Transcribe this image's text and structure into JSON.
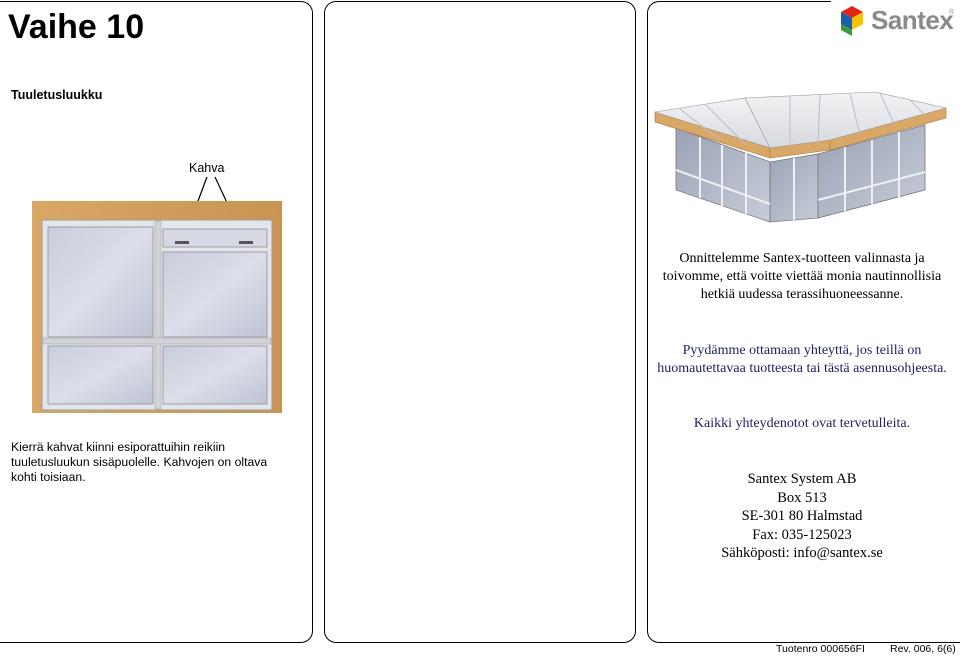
{
  "step": {
    "title": "Vaihe 10",
    "subtitle": "Tuuletusluukku",
    "callout_label": "Kahva",
    "instruction": "Kierrä kahvat kiinni esiporattuihin reikiin tuuletusluukun sisäpuolelle. Kahvojen on oltava kohti toisiaan."
  },
  "brand": {
    "name": "Santex",
    "registered_mark": "®",
    "colors": {
      "red": "#e2231a",
      "yellow": "#f6c500",
      "blue": "#1b5faa",
      "green": "#3a9a3a",
      "text": "#8a8a8a"
    }
  },
  "info": {
    "congrats": "Onnittelemme Santex-tuotteen valinnasta ja toivomme, että voitte viettää monia nautinnollisia hetkiä uudessa terassihuoneessanne.",
    "contact_request": "Pyydämme ottamaan yhteyttä, jos teillä on huomautettavaa tuotteesta tai tästä asennusohjeesta.",
    "welcome": "Kaikki yhteydenotot ovat tervetulleita.",
    "address": {
      "company": "Santex System AB",
      "box": "Box 513",
      "postal": "SE-301 80 Halmstad",
      "fax": "Fax: 035-125023",
      "email": "Sähköposti: info@santex.se"
    }
  },
  "footer": {
    "doc_number": "Tuotenro 000656FI",
    "revision": "Rev. 006, 6(6)"
  }
}
